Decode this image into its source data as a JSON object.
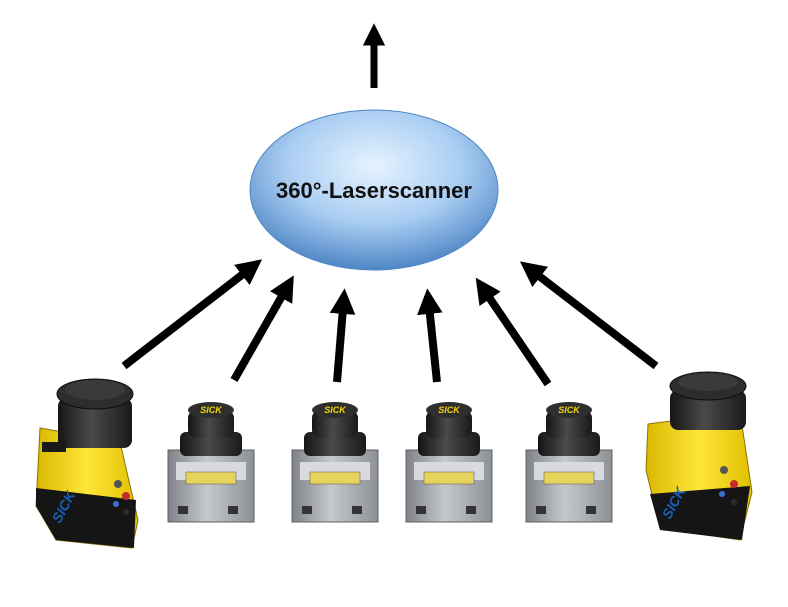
{
  "diagram": {
    "hub": {
      "label": "360°-Laserscanner",
      "fill_top": "#e6f3ff",
      "fill_bottom": "#4f86c6"
    },
    "arrow_color": "#000000",
    "output_arrow": {
      "direction": "up"
    },
    "devices": [
      {
        "kind": "large-yellow-scanner",
        "brand": "SICK",
        "body_color": "#f2d40a"
      },
      {
        "kind": "small-grey-scanner",
        "brand": "SICK",
        "body_color": "#9ea2a7"
      },
      {
        "kind": "small-grey-scanner",
        "brand": "SICK",
        "body_color": "#9ea2a7"
      },
      {
        "kind": "small-grey-scanner",
        "brand": "SICK",
        "body_color": "#9ea2a7"
      },
      {
        "kind": "small-grey-scanner",
        "brand": "SICK",
        "body_color": "#9ea2a7"
      },
      {
        "kind": "large-yellow-scanner",
        "brand": "SICK",
        "body_color": "#f2d40a"
      }
    ]
  }
}
